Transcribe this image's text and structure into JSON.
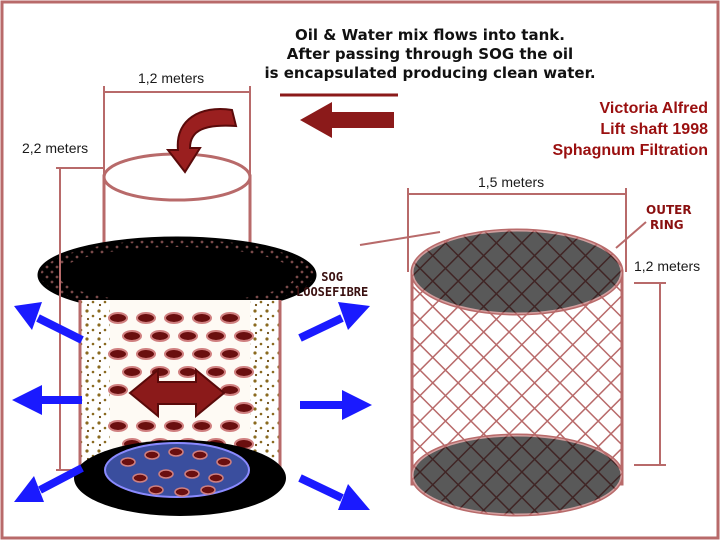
{
  "caption": {
    "line1": "Oil & Water mix flows into tank.",
    "line2": "After passing through SOG the oil",
    "line3": "is encapsulated producing clean water."
  },
  "title": {
    "line1": "Victoria Alfred",
    "line2": "Lift shaft 1998",
    "line3": "Sphagnum Filtration"
  },
  "dimensions": {
    "inner_diameter": "1,2 meters",
    "inner_height": "2,2 meters",
    "outer_diameter": "1,5 meters",
    "outer_height": "1,2 meters"
  },
  "labels": {
    "outer_ring_line1": "OUTER",
    "outer_ring_line2": "RING",
    "sog_line1": "SOG",
    "sog_line2": "LOOSEFIBRE"
  },
  "colors": {
    "frame": "#b86a6a",
    "flow_arrow": "#8b1a1a",
    "outflow_arrow": "#1a1aff",
    "caption_accent": "#9a0f0f"
  }
}
